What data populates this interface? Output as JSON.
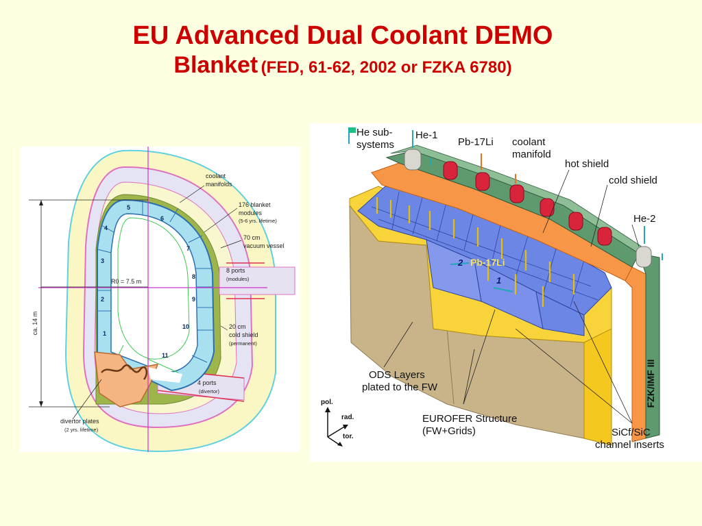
{
  "title": {
    "line1": "EU Advanced Dual Coolant DEMO",
    "line2": "Blanket",
    "reference": "(FED, 61-62, 2002 or FZKA 6780)"
  },
  "left_diagram": {
    "module_numbers": [
      "1",
      "2",
      "3",
      "4",
      "5",
      "6",
      "7",
      "8",
      "9",
      "10",
      "11"
    ],
    "height_label": "ca. 14 m",
    "radius_label": "R0 = 7.5 m",
    "labels": {
      "coolant_manifolds_1": "coolant",
      "coolant_manifolds_2": "manifolds",
      "blanket_modules_1": "176 blanket",
      "blanket_modules_2": "modules",
      "blanket_modules_3": "(5-6 yrs. lifetime)",
      "vacuum_vessel_1": "70 cm",
      "vacuum_vessel_2": "vacuum vessel",
      "ports_modules_1": "8 ports",
      "ports_modules_2": "(modules)",
      "cold_shield_1": "20 cm",
      "cold_shield_2": "cold shield",
      "cold_shield_3": "(permanent)",
      "ports_divertor_1": "4 ports",
      "ports_divertor_2": "(divertor)",
      "divertor_plates_1": "divertor plates",
      "divertor_plates_2": "(2 yrs. lifetime)"
    }
  },
  "right_diagram": {
    "labels": {
      "he_subsystems_1": "He sub-",
      "he_subsystems_2": "systems",
      "he1": "He-1",
      "pb17li_top": "Pb-17Li",
      "coolant_manifold_1": "coolant",
      "coolant_manifold_2": "manifold",
      "hot_shield": "hot shield",
      "cold_shield": "cold shield",
      "he2": "He-2",
      "pb17li_inner": "Pb-17Li",
      "num2": "2",
      "num1": "1",
      "fzk": "FZK/IMF III",
      "ods_1": "ODS Layers",
      "ods_2": "plated to the FW",
      "eurofer_1": "EUROFER Structure",
      "eurofer_2": "(FW+Grids)",
      "sic_1": "SiCf/SiC",
      "sic_2": "channel inserts",
      "axis_pol": "pol.",
      "axis_rad": "rad.",
      "axis_tor": "tor."
    }
  },
  "colors": {
    "title": "#CC0000",
    "background": "#FFFFE1",
    "blanket_module": "#A8E0F0",
    "blue_channel": "#6C86E6",
    "orange_shield": "#F79646",
    "green_manifold": "#5E9A6E",
    "yellow_structure": "#F8D43A",
    "ods_tan": "#C9B48A"
  }
}
